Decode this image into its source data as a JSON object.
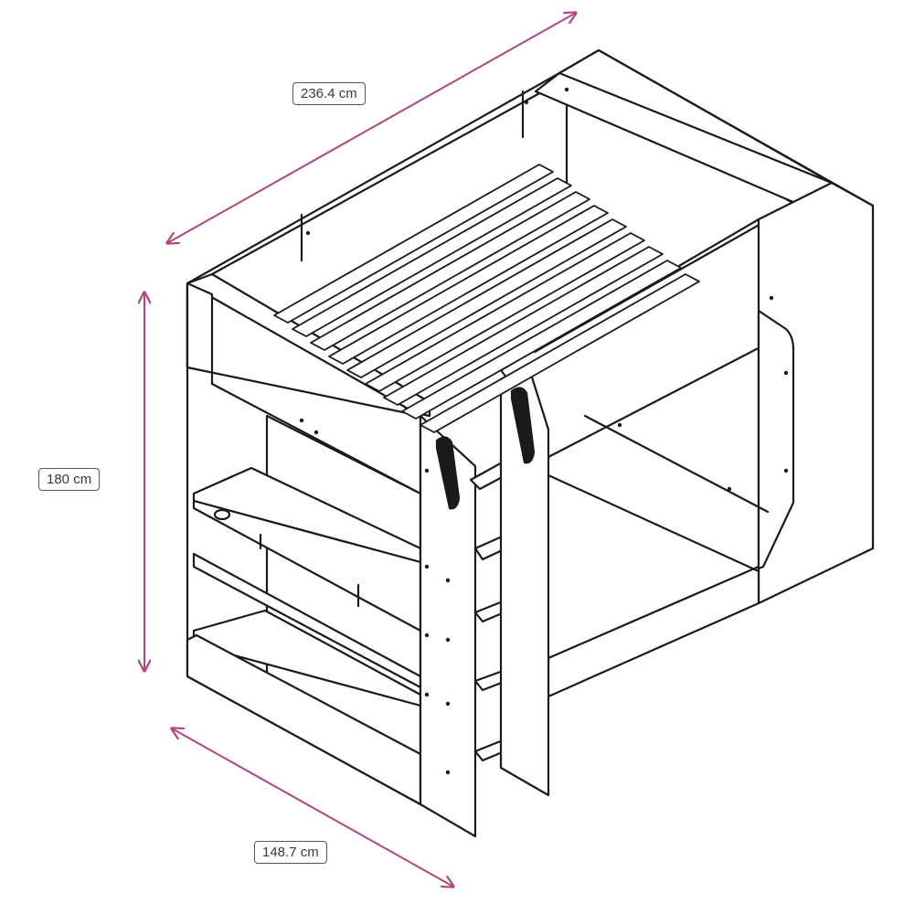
{
  "dimensions": {
    "length_label": "236.4 cm",
    "height_label": "180 cm",
    "width_label": "148.7 cm"
  },
  "colors": {
    "dimension_line": "#b0457f",
    "outline": "#1a1a1a",
    "label_border": "#555555",
    "label_text": "#3a3a3a"
  },
  "icons": {
    "arrow": "double-headed-arrow",
    "ladder": "ladder",
    "slats": "bed-slats",
    "handle": "grab-handle"
  }
}
